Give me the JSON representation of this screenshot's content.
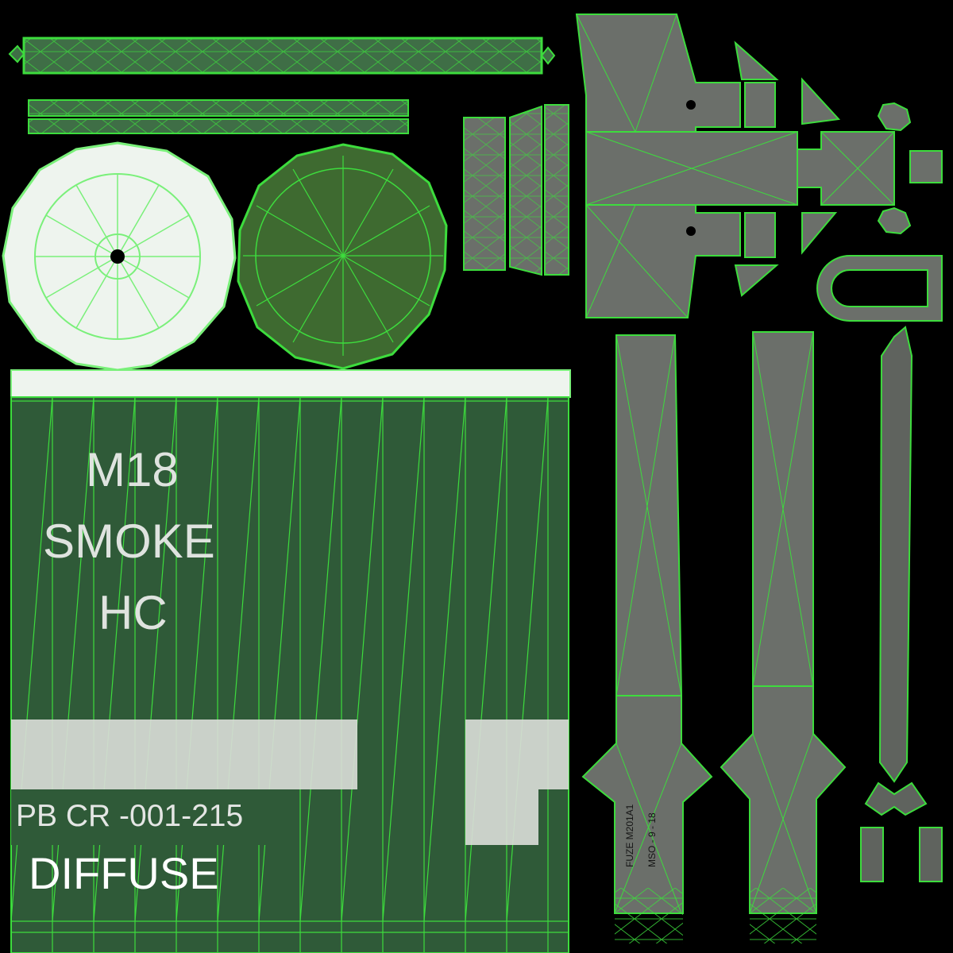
{
  "texture": {
    "label_line1": "M18",
    "label_line2": "SMOKE",
    "label_line3": "HC",
    "lot_number": "PB CR -001-215",
    "map_type": "DIFFUSE",
    "fuze_label": "FUZE M201A1",
    "fuze_code": "MSO - 9 - 18"
  },
  "colors": {
    "background": "#000000",
    "wireframe": "#3ddc3d",
    "canister_fill": "#2f5a38",
    "fuze_fill": "#6b6f6a",
    "cap_fill": "#eef4ee",
    "cap_bottom_fill": "#3e6a30"
  }
}
